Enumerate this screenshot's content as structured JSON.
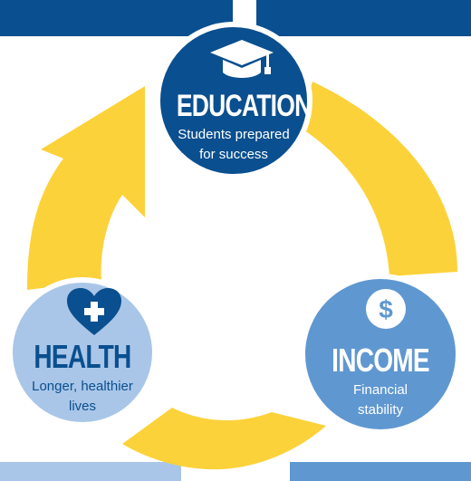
{
  "colors": {
    "navy": "#0a4f8f",
    "light_blue": "#a9c6e8",
    "mid_blue": "#5f97d1",
    "arrow_yellow": "#fcd23a"
  },
  "nodes": {
    "education": {
      "title": "EDUCATION",
      "subtitle_line1": "Students prepared",
      "subtitle_line2": "for success",
      "icon": "graduation-cap-icon"
    },
    "health": {
      "title": "HEALTH",
      "subtitle_line1": "Longer, healthier",
      "subtitle_line2": "lives",
      "icon": "heart-plus-icon"
    },
    "income": {
      "title": "INCOME",
      "subtitle_line1": "Financial",
      "subtitle_line2": "stability",
      "icon": "dollar-icon"
    }
  }
}
